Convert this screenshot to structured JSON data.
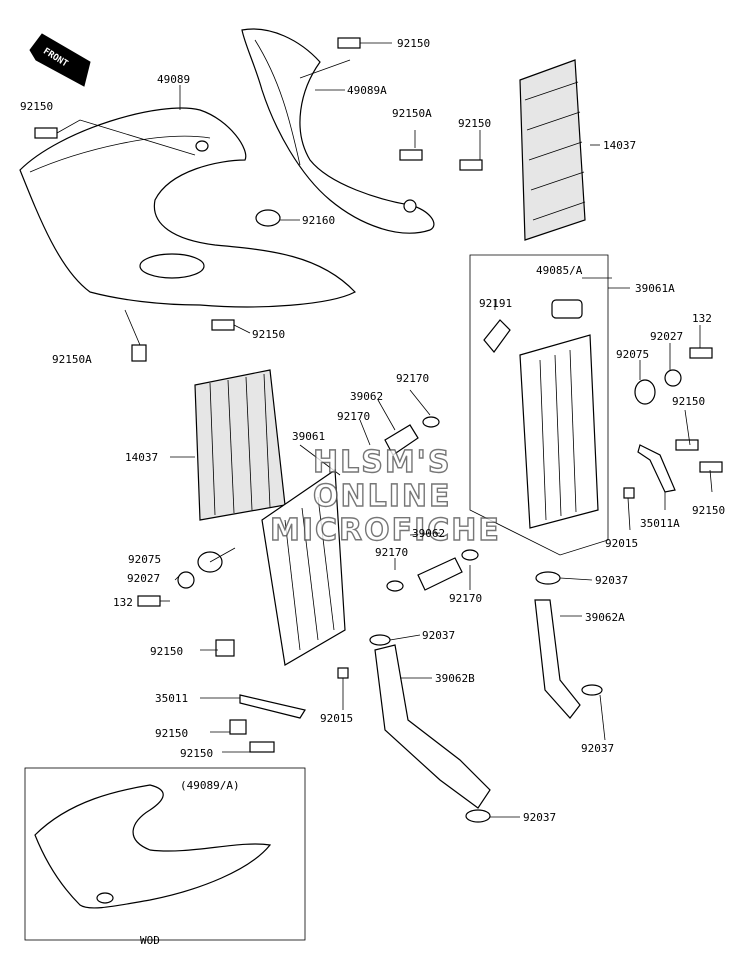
{
  "front_arrow": "FRONT",
  "watermark": [
    "HLSM'S",
    "ONLINE",
    "MICROFICHE"
  ],
  "inset": {
    "title": "(49089/A)",
    "caption": "WOD"
  },
  "callouts": {
    "c1": "92150",
    "c2": "49089",
    "c3": "49089A",
    "c4": "92150",
    "c5": "92150A",
    "c6": "92150",
    "c7": "14037",
    "c8": "92160",
    "c9": "92150",
    "c10": "92150A",
    "c11": "49085/A",
    "c12": "39061A",
    "c13": "92191",
    "c14": "132",
    "c15": "92027",
    "c16": "92075",
    "c17": "92170",
    "c18": "39062",
    "c19": "92170",
    "c20": "39061",
    "c21": "14037",
    "c22": "92150",
    "c23": "92150",
    "c24": "35011A",
    "c25": "92015",
    "c26": "39062",
    "c27": "92170",
    "c28": "92075",
    "c29": "92027",
    "c30": "132",
    "c31": "92037",
    "c32": "92170",
    "c33": "39062A",
    "c34": "92150",
    "c35": "92037",
    "c36": "39062B",
    "c37": "35011",
    "c38": "92015",
    "c39": "92150",
    "c40": "92150",
    "c41": "92037",
    "c42": "92037"
  }
}
